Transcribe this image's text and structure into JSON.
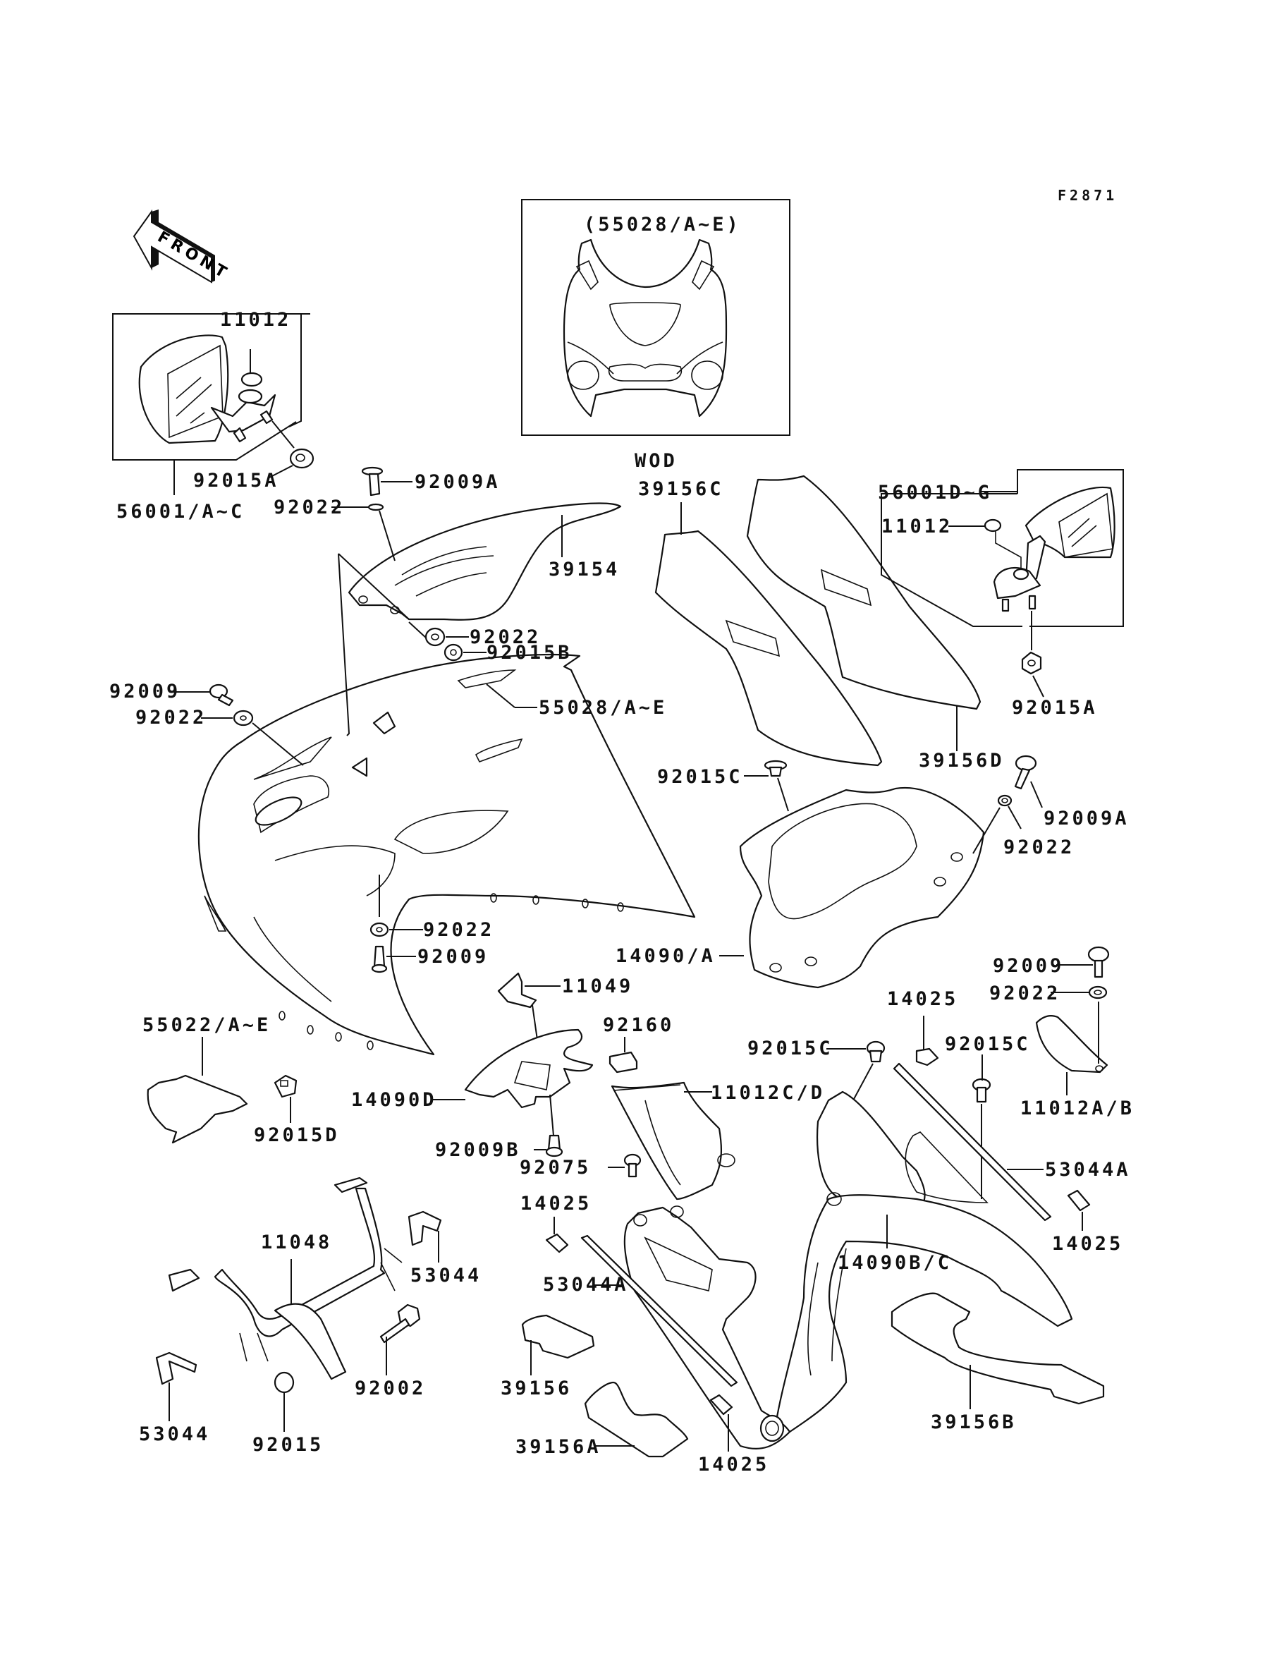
{
  "figure": {
    "code": "F2871",
    "front_indicator": "FRONT",
    "inset_title": "(55028/A~E)",
    "inset_variant": "WOD"
  },
  "labels": [
    {
      "id": "l1",
      "text": "11012"
    },
    {
      "id": "l2",
      "text": "92015A"
    },
    {
      "id": "l3",
      "text": "56001/A~C"
    },
    {
      "id": "l4",
      "text": "92009A"
    },
    {
      "id": "l5",
      "text": "92022"
    },
    {
      "id": "l6",
      "text": "39154"
    },
    {
      "id": "l7",
      "text": "92022"
    },
    {
      "id": "l8",
      "text": "92015B"
    },
    {
      "id": "l9",
      "text": "92009"
    },
    {
      "id": "l10",
      "text": "92022"
    },
    {
      "id": "l11",
      "text": "55028/A~E"
    },
    {
      "id": "l12",
      "text": "39156C"
    },
    {
      "id": "l13",
      "text": "56001D~G"
    },
    {
      "id": "l14",
      "text": "11012"
    },
    {
      "id": "l15",
      "text": "92015A"
    },
    {
      "id": "l16",
      "text": "39156D"
    },
    {
      "id": "l17",
      "text": "92015C"
    },
    {
      "id": "l18",
      "text": "92009A"
    },
    {
      "id": "l19",
      "text": "92022"
    },
    {
      "id": "l20",
      "text": "92022"
    },
    {
      "id": "l21",
      "text": "92009"
    },
    {
      "id": "l22",
      "text": "14090/A"
    },
    {
      "id": "l23",
      "text": "11049"
    },
    {
      "id": "l24",
      "text": "92009"
    },
    {
      "id": "l25",
      "text": "92022"
    },
    {
      "id": "l26",
      "text": "55022/A~E"
    },
    {
      "id": "l27",
      "text": "92015D"
    },
    {
      "id": "l28",
      "text": "14090D"
    },
    {
      "id": "l29",
      "text": "92160"
    },
    {
      "id": "l30",
      "text": "14025"
    },
    {
      "id": "l31",
      "text": "92015C"
    },
    {
      "id": "l32",
      "text": "92015C"
    },
    {
      "id": "l33",
      "text": "11012A/B"
    },
    {
      "id": "l34",
      "text": "11012C/D"
    },
    {
      "id": "l35",
      "text": "92009B"
    },
    {
      "id": "l36",
      "text": "92075"
    },
    {
      "id": "l37",
      "text": "53044A"
    },
    {
      "id": "l38",
      "text": "14025"
    },
    {
      "id": "l39",
      "text": "14090B/C"
    },
    {
      "id": "l40",
      "text": "14025"
    },
    {
      "id": "l41",
      "text": "11048"
    },
    {
      "id": "l42",
      "text": "53044"
    },
    {
      "id": "l43",
      "text": "53044A"
    },
    {
      "id": "l44",
      "text": "92002"
    },
    {
      "id": "l45",
      "text": "39156"
    },
    {
      "id": "l46",
      "text": "53044"
    },
    {
      "id": "l47",
      "text": "92015"
    },
    {
      "id": "l48",
      "text": "39156A"
    },
    {
      "id": "l49",
      "text": "14025"
    },
    {
      "id": "l50",
      "text": "39156B"
    }
  ]
}
